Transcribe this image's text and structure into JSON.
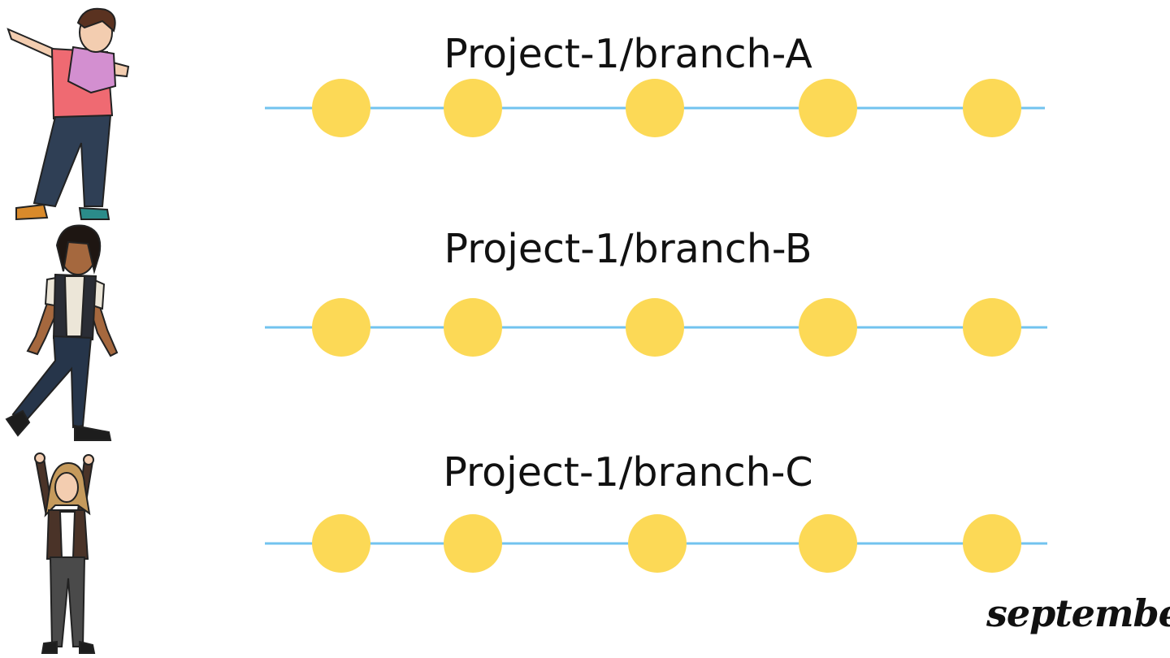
{
  "colors": {
    "line": "#72c3ef",
    "commit": "#fcd956"
  },
  "branches": [
    {
      "title": "Project-1/branch-A",
      "commits": 5
    },
    {
      "title": "Project-1/branch-B",
      "commits": 5
    },
    {
      "title": "Project-1/branch-C",
      "commits": 5
    }
  ],
  "logo": {
    "text": "september"
  },
  "characters": [
    {
      "icon": "dabbing-person-icon"
    },
    {
      "icon": "walking-person-icon"
    },
    {
      "icon": "cheering-person-icon"
    }
  ]
}
